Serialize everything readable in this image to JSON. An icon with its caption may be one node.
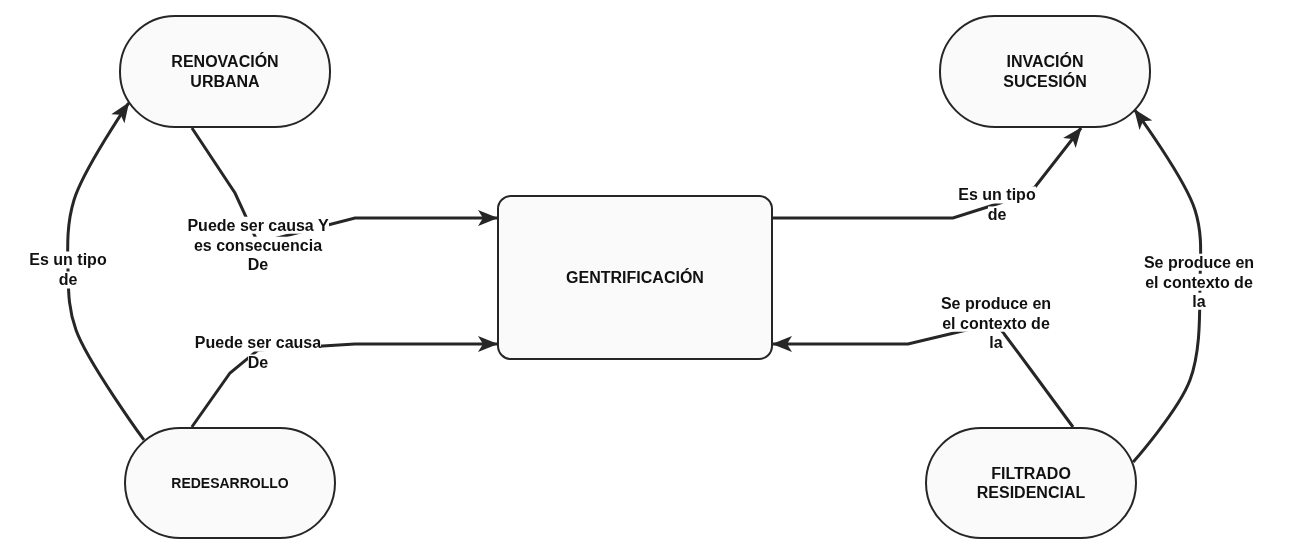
{
  "diagram": {
    "nodes": [
      {
        "text": [
          "RENOVACIÓN URBANA"
        ]
      },
      {
        "text": [
          "INVACIÓN SUCESIÓN"
        ]
      },
      {
        "text": [
          "GENTRIFICACIÓN"
        ]
      },
      {
        "text": [
          "REDESARROLLO"
        ]
      },
      {
        "text": [
          "FILTRADO RESIDENCIAL"
        ]
      }
    ],
    "edges": [
      {
        "from": 0,
        "to": 2,
        "arrow": "to",
        "label": "Puede ser causa Y es consecuencia De"
      },
      {
        "from": 3,
        "to": 2,
        "arrow": "to",
        "label": "Puede ser causa De"
      },
      {
        "from": 3,
        "to": 0,
        "arrow": "to",
        "label": "Es un tipo de"
      },
      {
        "from": 2,
        "to": 1,
        "arrow": "to",
        "label": "Es un tipo de"
      },
      {
        "from": 4,
        "to": 2,
        "arrow": "to",
        "label": "Se produce en el contexto de la"
      },
      {
        "from": 4,
        "to": 1,
        "arrow": "to",
        "label": "Se produce en el contexto de la"
      }
    ]
  }
}
